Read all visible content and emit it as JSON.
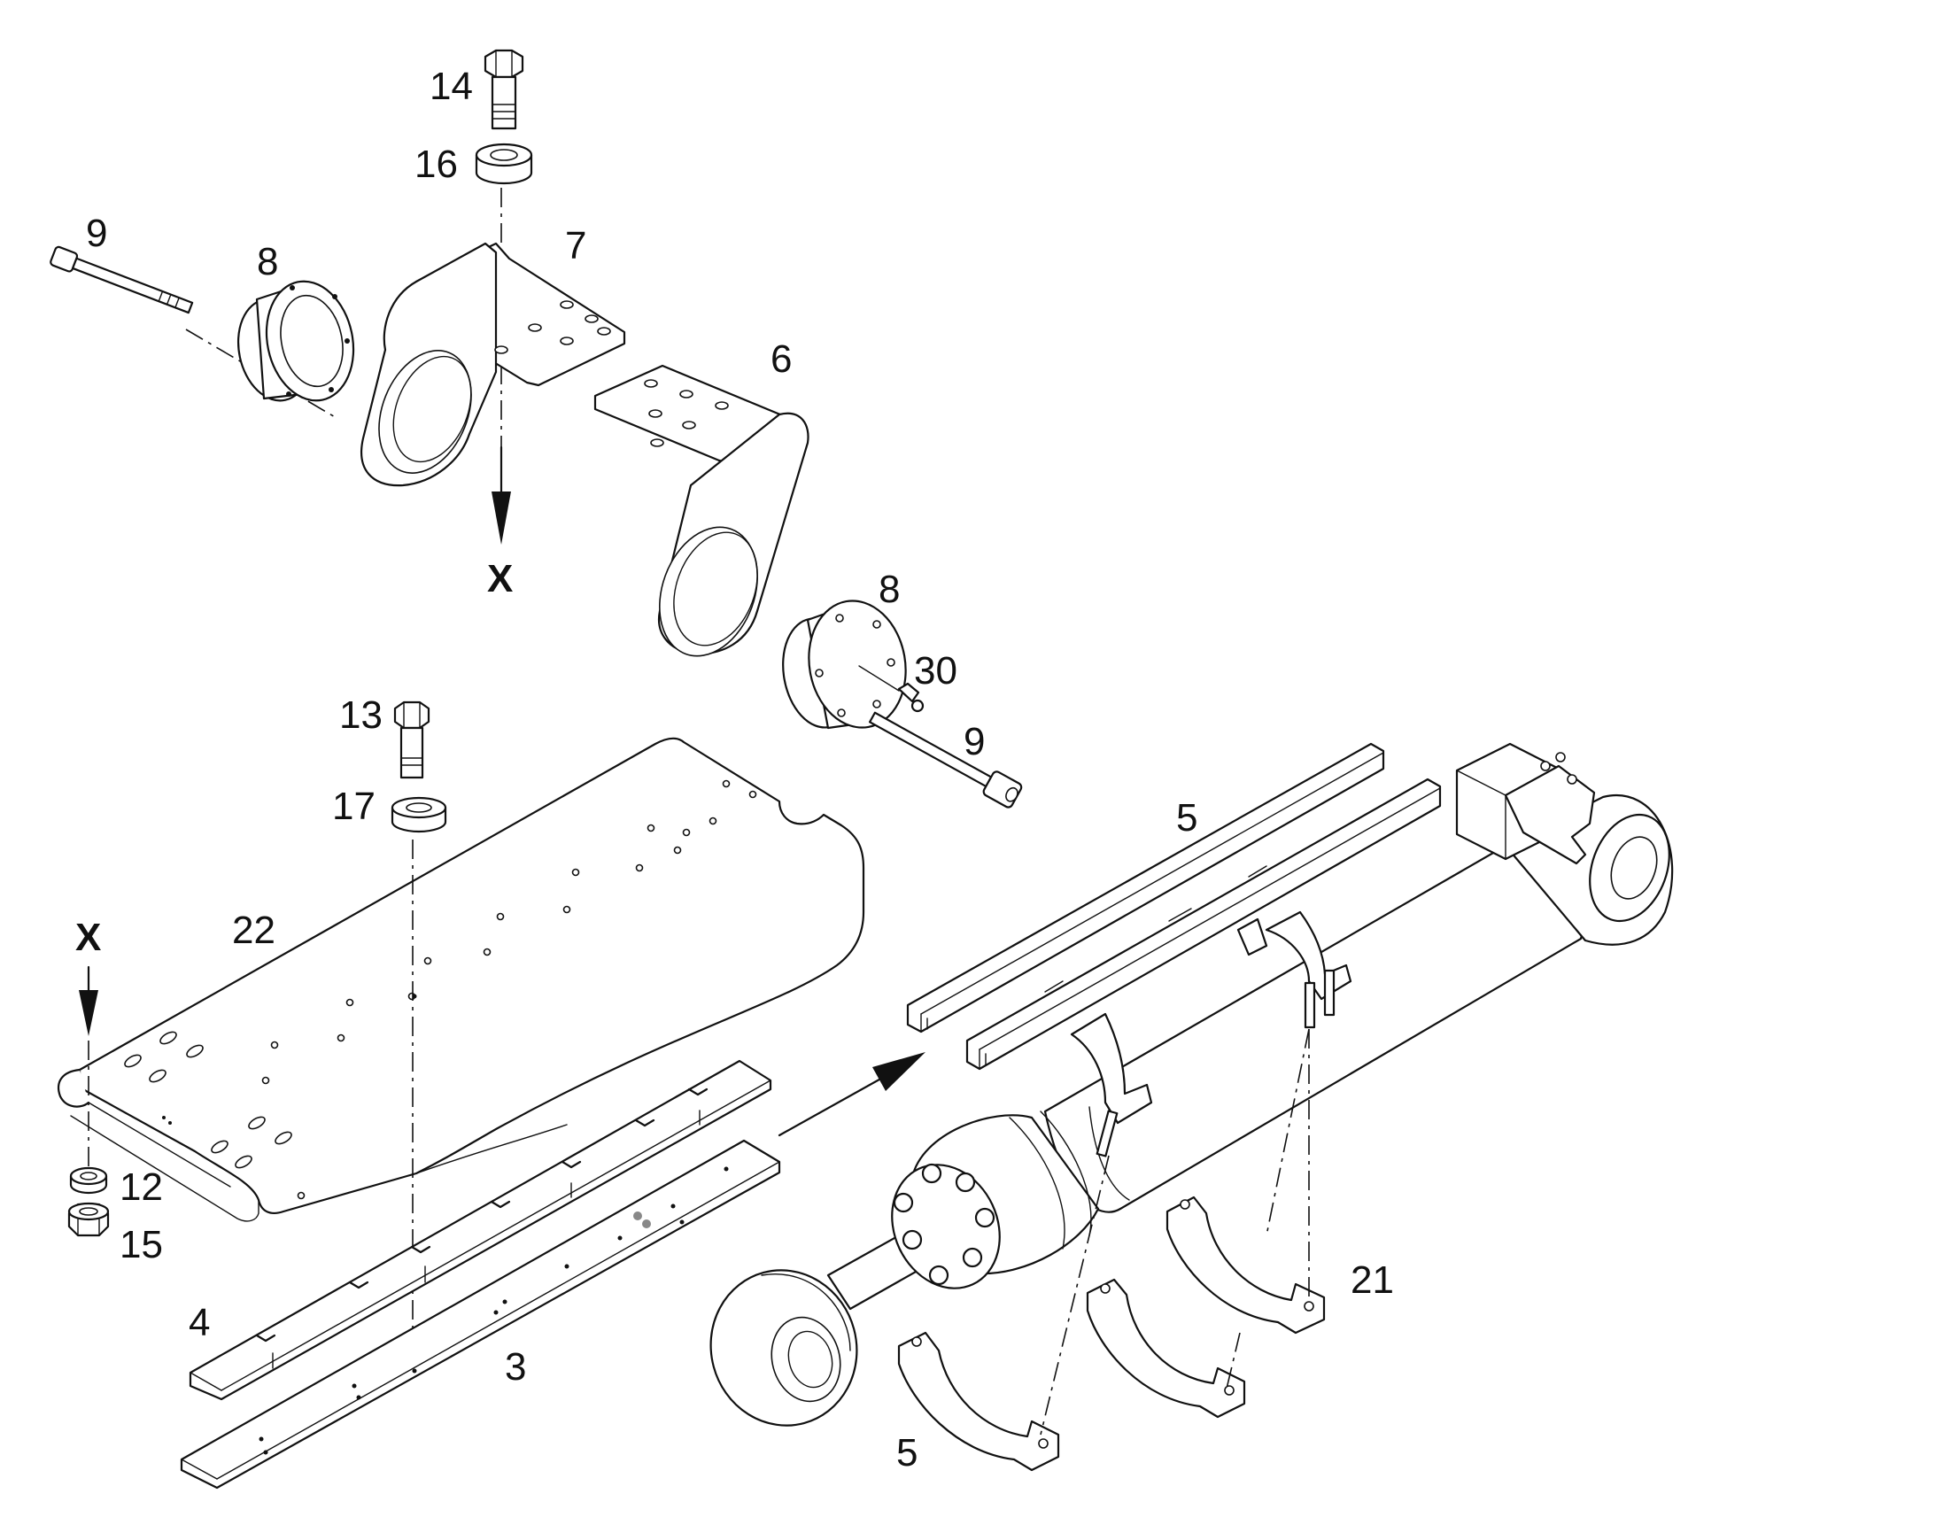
{
  "callouts": {
    "c14": "14",
    "c16": "16",
    "c9a": "9",
    "c8a": "8",
    "c7": "7",
    "c6": "6",
    "cXtop": "X",
    "c8b": "8",
    "c30": "30",
    "c9b": "9",
    "c13": "13",
    "c17": "17",
    "c5top": "5",
    "c22": "22",
    "cXleft": "X",
    "c12": "12",
    "c15": "15",
    "c21": "21",
    "c4": "4",
    "c3": "3",
    "c5bottom": "5"
  }
}
